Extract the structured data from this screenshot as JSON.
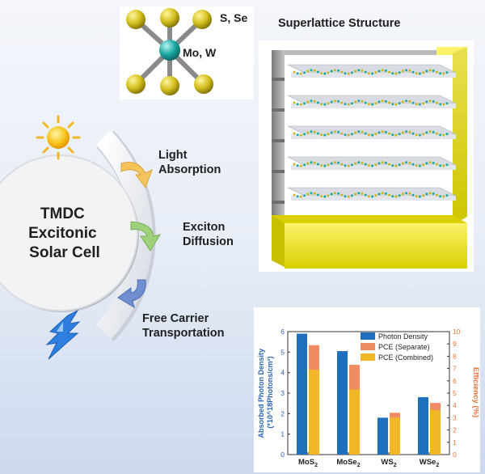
{
  "molecule": {
    "ligand_label": "S, Se",
    "metal_label": "Mo, W",
    "colors": {
      "ligand": "#c9b518",
      "metal": "#1aa7a3",
      "bond": "#8a8a8a"
    }
  },
  "superlattice": {
    "title": "Superlattice Structure",
    "layer_count": 5,
    "colors": {
      "frame": "#9a9a9a",
      "gold": "#efe524",
      "layer": "#c8ccd2",
      "atom_a": "#1aa7a3",
      "atom_b": "#c9b518"
    }
  },
  "solar_cell": {
    "center_label": [
      "TMDC",
      "Excitonic",
      "Solar Cell"
    ],
    "steps": [
      {
        "label": [
          "Light",
          "Absorption"
        ],
        "arrow_color": "#f4c35a",
        "icon": "curved-arrow-icon"
      },
      {
        "label": [
          "Exciton",
          "Diffusion"
        ],
        "arrow_color": "#9fd07a",
        "icon": "curved-arrow-icon"
      },
      {
        "label": [
          "Free Carrier",
          "Transportation"
        ],
        "arrow_color": "#6f8fd1",
        "icon": "curved-arrow-icon"
      }
    ],
    "icons": {
      "sun": "sun-icon",
      "bolt": "lightning-bolt-icon"
    }
  },
  "chart_data": {
    "type": "bar",
    "categories": [
      "MoS2",
      "MoSe2",
      "WS2",
      "WSe2"
    ],
    "category_labels": [
      {
        "base": "MoS",
        "sub": "2"
      },
      {
        "base": "MoSe",
        "sub": "2"
      },
      {
        "base": "WS",
        "sub": "2"
      },
      {
        "base": "WSe",
        "sub": "2"
      }
    ],
    "series": [
      {
        "name": "Photon Density",
        "axis": "left",
        "values": [
          5.9,
          5.05,
          1.8,
          2.8
        ],
        "color": "#1f6fbf"
      },
      {
        "name": "PCE (Separate)",
        "axis": "right",
        "values": [
          8.9,
          7.3,
          3.4,
          4.2
        ],
        "color": "#f08c64"
      },
      {
        "name": "PCE (Combined)",
        "axis": "right",
        "values": [
          6.9,
          5.3,
          3.0,
          3.6
        ],
        "color": "#f2b728"
      }
    ],
    "ylabel_left": [
      "Absorbed Photon Density",
      "(*10^18Photons/cm²)"
    ],
    "ylabel_right": "Efficiency (%)",
    "ylim_left": [
      0,
      6
    ],
    "ylim_right": [
      0,
      10
    ],
    "yticks_left": [
      "0",
      "1",
      "2",
      "3",
      "4",
      "5",
      "6"
    ],
    "yticks_right": [
      "0",
      "1",
      "2",
      "3",
      "4",
      "5",
      "6",
      "7",
      "8",
      "9",
      "10"
    ],
    "legend_position": "top-right",
    "grid": false
  }
}
